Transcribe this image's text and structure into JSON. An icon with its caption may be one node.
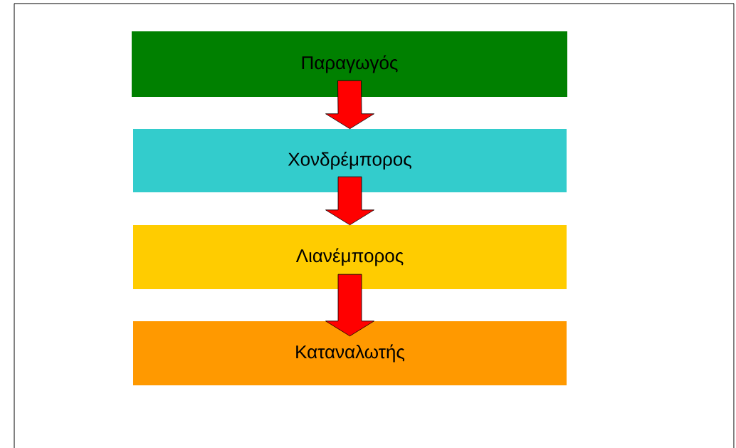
{
  "diagram": {
    "nodes": [
      {
        "text": [
          "Παραγωγός"
        ]
      },
      {
        "text": [
          "Χονδρέμπορος"
        ]
      },
      {
        "text": [
          "Λιανέμπορος"
        ]
      },
      {
        "text": [
          "Καταναλωτής"
        ]
      }
    ],
    "edges": [
      {
        "from": 0,
        "to": 1,
        "arrow": "to"
      },
      {
        "from": 1,
        "to": 2,
        "arrow": "to"
      },
      {
        "from": 2,
        "to": 3,
        "arrow": "to"
      }
    ]
  }
}
